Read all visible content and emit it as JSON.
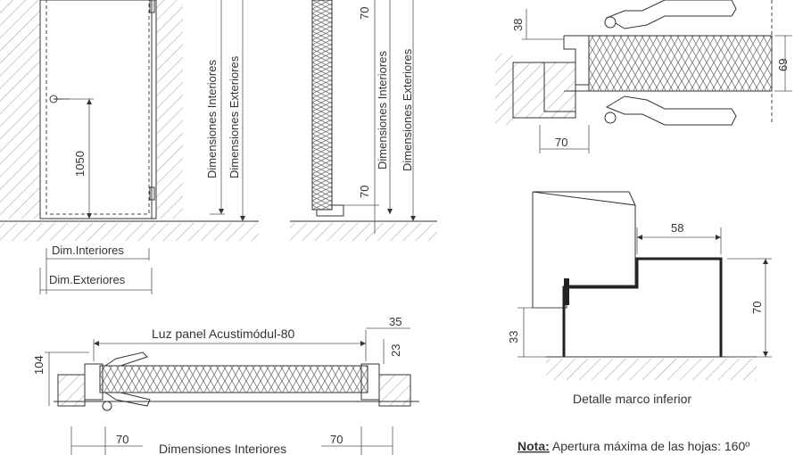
{
  "labels": {
    "dim_interiores": "Dimensiones Interiores",
    "dim_exteriores": "Dimensiones Exteriores",
    "dim_int_short": "Dim.Interiores",
    "dim_ext_short": "Dim.Exteriores",
    "luz_panel": "Luz panel Acustimódul-80",
    "detalle_marco": "Detalle marco inferior",
    "nota_label": "Nota:",
    "nota_text": " Apertura máxima de las hojas: 160º"
  },
  "dimensions": {
    "handle_height": "1050",
    "side_top": "70",
    "side_bottom": "70",
    "section_38": "38",
    "section_69": "69",
    "section_70": "70",
    "frame_58": "58",
    "frame_70": "70",
    "frame_33": "33",
    "plan_35": "35",
    "plan_23": "23",
    "plan_104": "104",
    "plan_left_70": "70",
    "plan_right_70": "70"
  },
  "colors": {
    "line": "#333333",
    "hatch": "#999999"
  }
}
